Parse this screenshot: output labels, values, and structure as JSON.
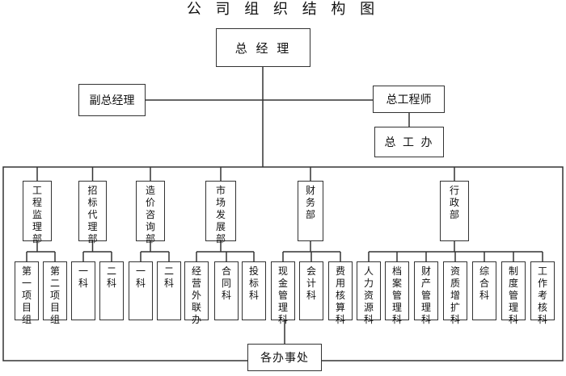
{
  "title": "公 司 组 织 结 构 图",
  "top": {
    "general_manager": "总 经 理",
    "deputy_manager": "副总经理",
    "chief_engineer": "总工程师",
    "chief_office": "总 工 办",
    "offices": "各办事处"
  },
  "departments": [
    {
      "label": "工程监理部",
      "subs": [
        "第一项目组",
        "第二项目组"
      ]
    },
    {
      "label": "招标代理部",
      "subs": [
        "一科",
        "二科"
      ]
    },
    {
      "label": "造价咨询部",
      "subs": [
        "一科",
        "二科"
      ]
    },
    {
      "label": "市场发展部",
      "subs": [
        "经营外联办",
        "合同科",
        "投标科"
      ]
    },
    {
      "label": "财务部",
      "subs": [
        "现金管理科",
        "会计科",
        "费用核算科"
      ]
    },
    {
      "label": "行政部",
      "subs": [
        "人力资源科",
        "档案管理科",
        "财产管理科",
        "资质增扩科",
        "综合科",
        "制度管理科",
        "工作考核科"
      ]
    }
  ]
}
